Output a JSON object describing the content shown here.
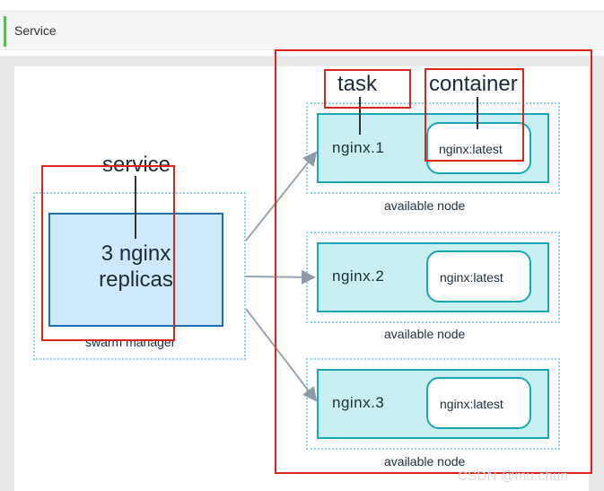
{
  "header": {
    "title": "Service"
  },
  "diagram": {
    "service_label": "service",
    "manager": {
      "line1": "3 nginx",
      "line2": "replicas",
      "label": "swarm manager"
    },
    "task_label": "task",
    "container_label": "container",
    "nodes": [
      {
        "task": "nginx.1",
        "container": "nginx:latest",
        "label": "available node"
      },
      {
        "task": "nginx.2",
        "container": "nginx:latest",
        "label": "available node"
      },
      {
        "task": "nginx.3",
        "container": "nginx:latest",
        "label": "available node"
      }
    ]
  },
  "watermark": "CSDN @mu.chun",
  "colors": {
    "accent_green": "#5cb85c",
    "highlight_red": "#d9251d",
    "node_fill": "#c9eff3",
    "node_border": "#1aa7b4",
    "manager_fill": "#cde9fb",
    "manager_border": "#1f6fb0",
    "dotted": "#8fd3e0"
  }
}
